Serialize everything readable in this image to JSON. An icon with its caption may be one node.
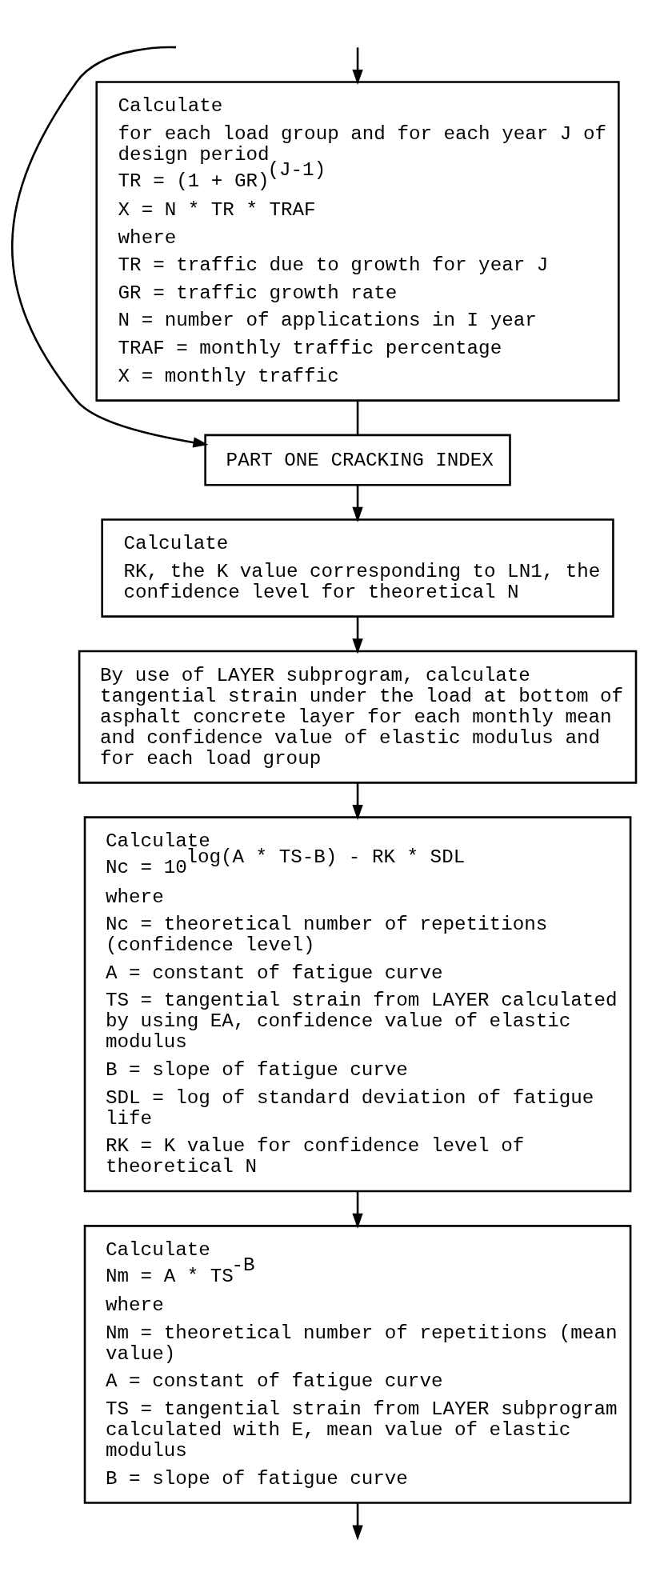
{
  "diagram": {
    "nodes": [
      {
        "text": [
          "Calculate",
          "for each load group and for each year J of design period",
          "TR = (1 + GR)$^{(J-1)}$",
          "X = N * TR * TRAF",
          "where",
          "TR = traffic due to growth for year J",
          "GR = traffic growth rate",
          "N = number of applications in I year",
          "TRAF = monthly traffic percentage",
          "X = monthly traffic"
        ]
      },
      {
        "text": [
          "PART ONE CRACKING INDEX"
        ]
      },
      {
        "text": [
          "Calculate",
          "RK, the K value corresponding to LN1, the confidence level for theoretical N"
        ]
      },
      {
        "text": [
          "By use of LAYER subprogram, calculate tangential strain under the load at bottom of asphalt concrete layer for each monthly mean and confidence value of elastic modulus and for each load group"
        ]
      },
      {
        "text": [
          "Calculate",
          "Nc = 10$^{log(A * TS}$$^{-B}$$^{) - RK * SDL}$",
          "where",
          "Nc = theoretical number of repetitions (confidence level)",
          "A = constant of fatigue curve",
          "TS = tangential strain from LAYER calculated by using EA, confidence value of elastic modulus",
          "B = slope of fatigue curve",
          "SDL = log of standard deviation of fatigue life",
          "RK = K value for confidence level of theoretical N"
        ]
      },
      {
        "text": [
          "Calculate",
          "Nm = A * TS$^{-B}$",
          "where",
          "Nm = theoretical number of repetitions (mean value)",
          "A = constant of fatigue curve",
          "TS = tangential strain from LAYER subprogram calculated with E, mean value of elastic modulus",
          "B = slope of fatigue curve"
        ]
      }
    ],
    "edges": [
      {
        "from": null,
        "to": 0,
        "arrow": "to"
      },
      {
        "from": 0,
        "to": 1,
        "arrow": "none"
      },
      {
        "from": null,
        "to": 1,
        "arrow": "to"
      },
      {
        "from": 1,
        "to": 2,
        "arrow": "to"
      },
      {
        "from": 2,
        "to": 3,
        "arrow": "to"
      },
      {
        "from": 3,
        "to": 4,
        "arrow": "to"
      },
      {
        "from": 4,
        "to": 5,
        "arrow": "to"
      },
      {
        "from": 5,
        "to": null,
        "arrow": "to"
      }
    ]
  }
}
